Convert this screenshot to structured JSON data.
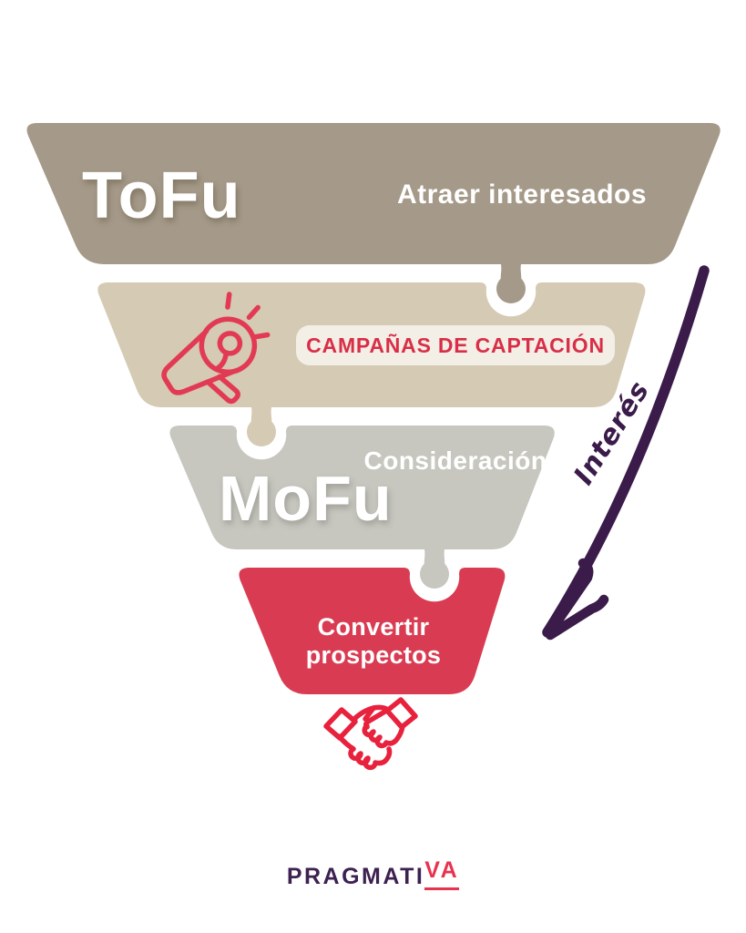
{
  "funnel": {
    "stages": [
      {
        "code": "ToFu",
        "title": "Atraer interesados",
        "fill": "#a59a89"
      },
      {
        "badge": "CAMPAÑAS DE CAPTACIÓN",
        "fill": "#d5cab3",
        "badge_bg": "#f3efe6",
        "badge_text_color": "#d92e47",
        "icon": "megaphone-icon",
        "icon_color": "#e23a55"
      },
      {
        "code": "MoFu",
        "title": "Consideración",
        "fill": "#c7c7c0"
      },
      {
        "title_lines": [
          "Convertir",
          "prospectos"
        ],
        "fill": "#d93c52",
        "icon": "handshake-icon",
        "icon_color": "#e8213d"
      }
    ]
  },
  "side_arrow": {
    "label": "Interés",
    "color": "#3a1b4a"
  },
  "footer_logo": {
    "text_primary": "PRAGMATI",
    "text_accent": "VA",
    "primary_color": "#3d2150",
    "accent_color": "#e8334f"
  }
}
